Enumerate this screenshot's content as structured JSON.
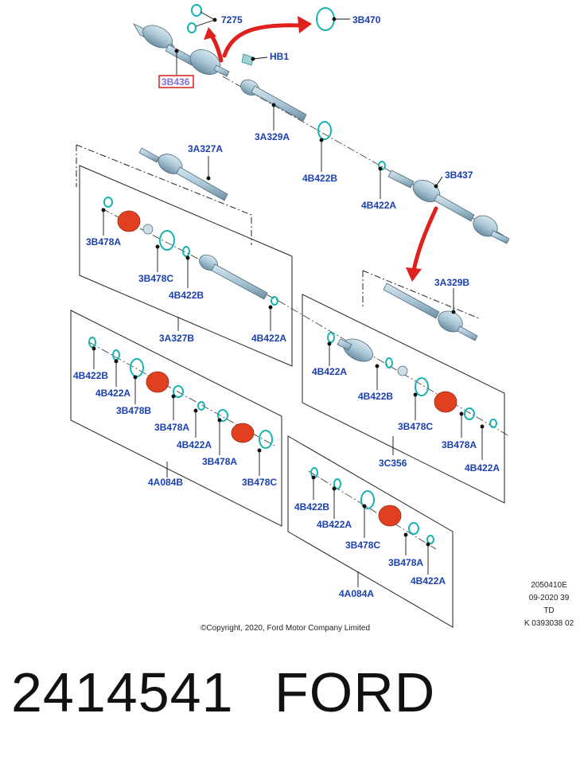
{
  "labels": {
    "l_7275": "7275",
    "l_3b470": "3B470",
    "l_hb1": "HB1",
    "l_3b436": "3B436",
    "l_3a329a": "3A329A",
    "l_4b422b_1": "4B422B",
    "l_3a327a": "3A327A",
    "l_3b437": "3B437",
    "l_4b422a_1": "4B422A",
    "l_3b478a_1": "3B478A",
    "l_3b478c_1": "3B478C",
    "l_4b422b_2": "4B422B",
    "l_3a329b": "3A329B",
    "l_3a327b": "3A327B",
    "l_4b422a_2": "4B422A",
    "l_4b422b_3": "4B422B",
    "l_4b422a_3": "4B422A",
    "l_3b478b": "3B478B",
    "l_3b478a_2": "3B478A",
    "l_4b422a_4": "4B422A",
    "l_3b478a_3": "3B478A",
    "l_3b478c_2": "3B478C",
    "l_4a084b": "4A084B",
    "l_4b422a_5": "4B422A",
    "l_4b422b_4": "4B422B",
    "l_3b478c_3": "3B478C",
    "l_3b478a_4": "3B478A",
    "l_4b422a_6": "4B422A",
    "l_3c356": "3C356",
    "l_4b422b_5": "4B422B",
    "l_4b422a_7": "4B422A",
    "l_3b478c_4": "3B478C",
    "l_3b478a_5": "3B478A",
    "l_4b422a_8": "4B422A",
    "l_4a084a": "4A084A"
  },
  "footer": {
    "copyright": "©Copyright, 2020, Ford Motor Company Limited",
    "ref_line1": "2050410E",
    "ref_line2": "09-2020 39",
    "ref_line3": "TD",
    "ref_line4": "K 0393038 02"
  },
  "caption": {
    "part_number": "2414541",
    "brand": "FORD"
  },
  "colors": {
    "label_blue": "#1a3fae",
    "ring_teal": "#17b3b0",
    "boot_red": "#e0401f",
    "arrow_red": "#e0201c",
    "highlight_box": "#d81e1e",
    "shaft_blue": "#a9c6d6"
  }
}
